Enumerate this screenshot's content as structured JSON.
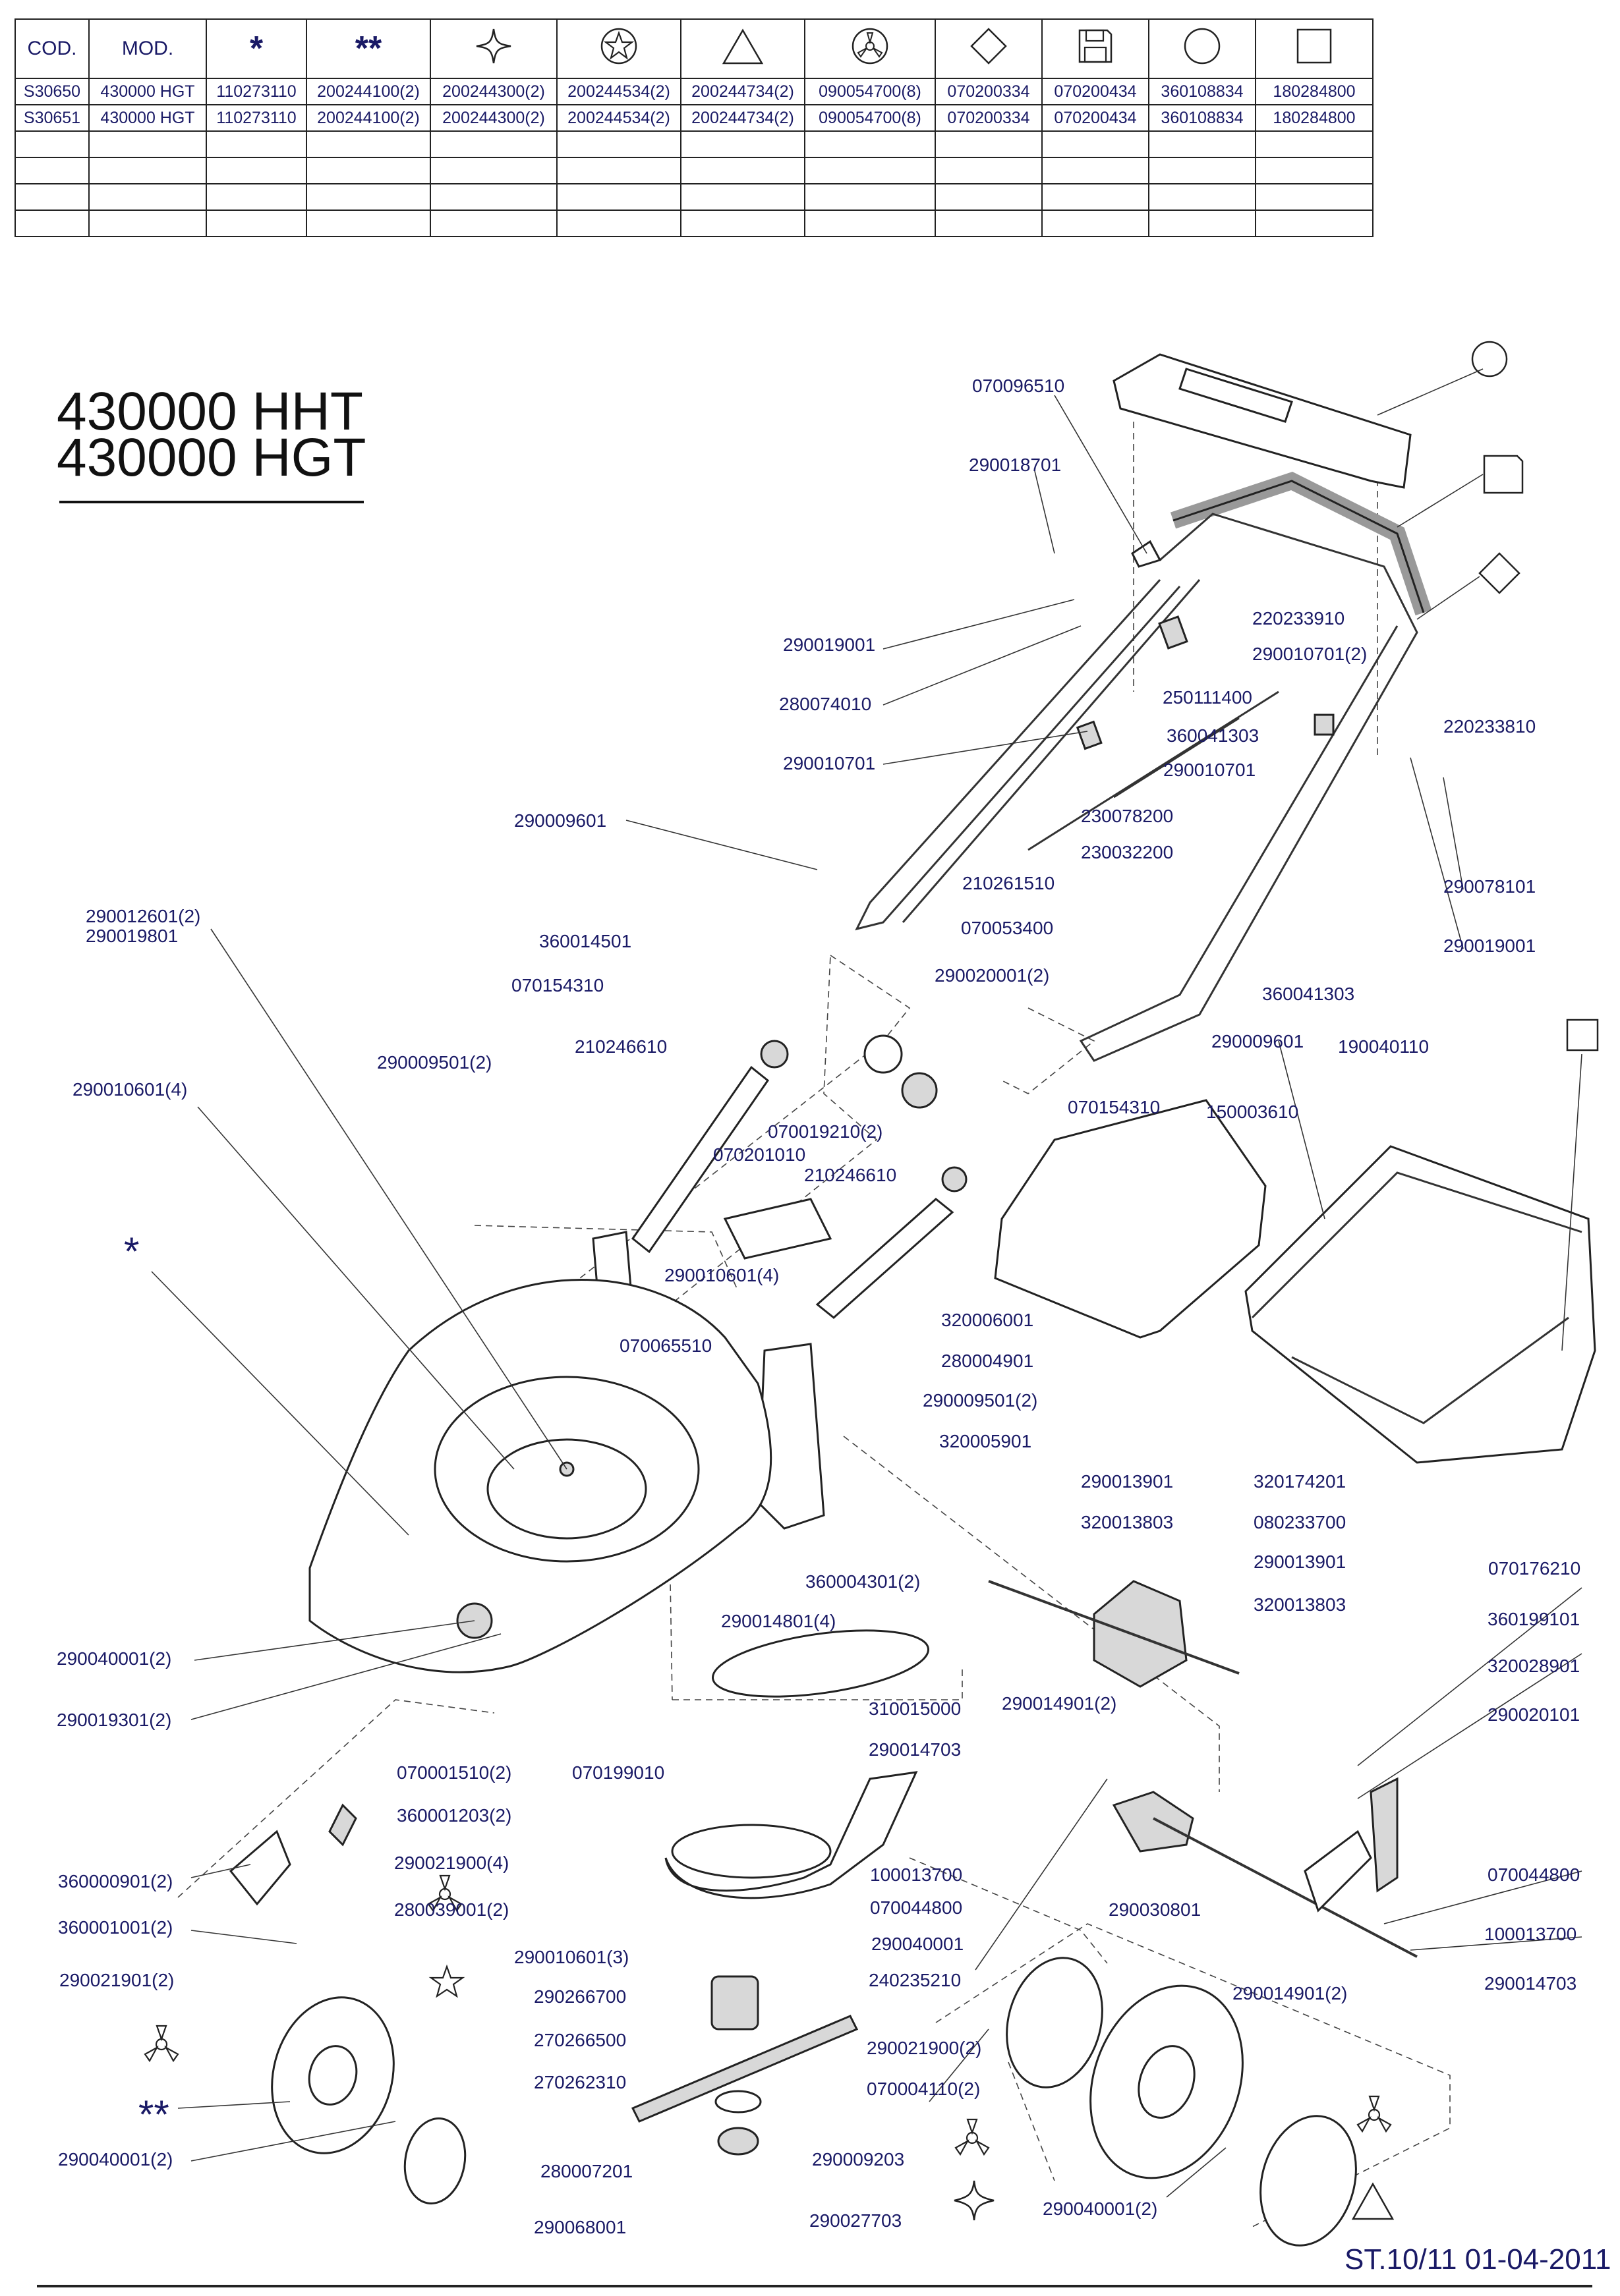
{
  "table": {
    "headers": [
      "COD.",
      "MOD.",
      "*",
      "**",
      "four-point-star",
      "star-in-circle",
      "triangle",
      "three-spoke-in-circle",
      "diamond",
      "floppy-disk",
      "circle",
      "square"
    ],
    "rows": [
      [
        "S30650",
        "430000 HGT",
        "110273110",
        "200244100(2)",
        "200244300(2)",
        "200244534(2)",
        "200244734(2)",
        "090054700(8)",
        "070200334",
        "070200434",
        "360108834",
        "180284800"
      ],
      [
        "S30651",
        "430000 HGT",
        "110273110",
        "200244100(2)",
        "200244300(2)",
        "200244534(2)",
        "200244734(2)",
        "090054700(8)",
        "070200334",
        "070200434",
        "360108834",
        "180284800"
      ]
    ]
  },
  "title": {
    "line1": "430000 HHT",
    "line2": "430000 HGT"
  },
  "labels": [
    "070096510",
    "290018701",
    "220233910",
    "290019001",
    "290010701(2)",
    "280074010",
    "250111400",
    "220233810",
    "290010701",
    "360041303",
    "290010701",
    "230078200",
    "290009601",
    "230032200",
    "210261510",
    "290078101",
    "070053400",
    "290019001",
    "290012601(2)",
    "290019801",
    "360014501",
    "290020001(2)",
    "070154310",
    "360041303",
    "210246610",
    "290009601",
    "190040110",
    "290009501(2)",
    "070154310",
    "150003610",
    "290010601(4)",
    "070019210(2)",
    "070201010",
    "210246610",
    "290010601(4)",
    "320006001",
    "070065510",
    "280004901",
    "290009501(2)",
    "320005901",
    "290013901",
    "320174201",
    "320013803",
    "080233700",
    "360004301(2)",
    "290013901",
    "070176210",
    "290014801(4)",
    "320013803",
    "360199101",
    "290040001(2)",
    "320028901",
    "290019301(2)",
    "310015000",
    "290014901(2)",
    "290020101",
    "290014703",
    "070001510(2)",
    "070199010",
    "360001203(2)",
    "290021900(4)",
    "100013700",
    "070044800",
    "360000901(2)",
    "070044800",
    "280039001(2)",
    "290030801",
    "360001001(2)",
    "290040001",
    "100013700",
    "290010601(3)",
    "240235210",
    "290014901(2)",
    "290014703",
    "290021901(2)",
    "290266700",
    "270266500",
    "290021900(2)",
    "270262310",
    "070004110(2)",
    "290009203",
    "280007201",
    "290040001(2)",
    "290068001",
    "290027703",
    "290040001(2)"
  ],
  "footer": {
    "ref": "ST.10/11  01-04-2011"
  }
}
